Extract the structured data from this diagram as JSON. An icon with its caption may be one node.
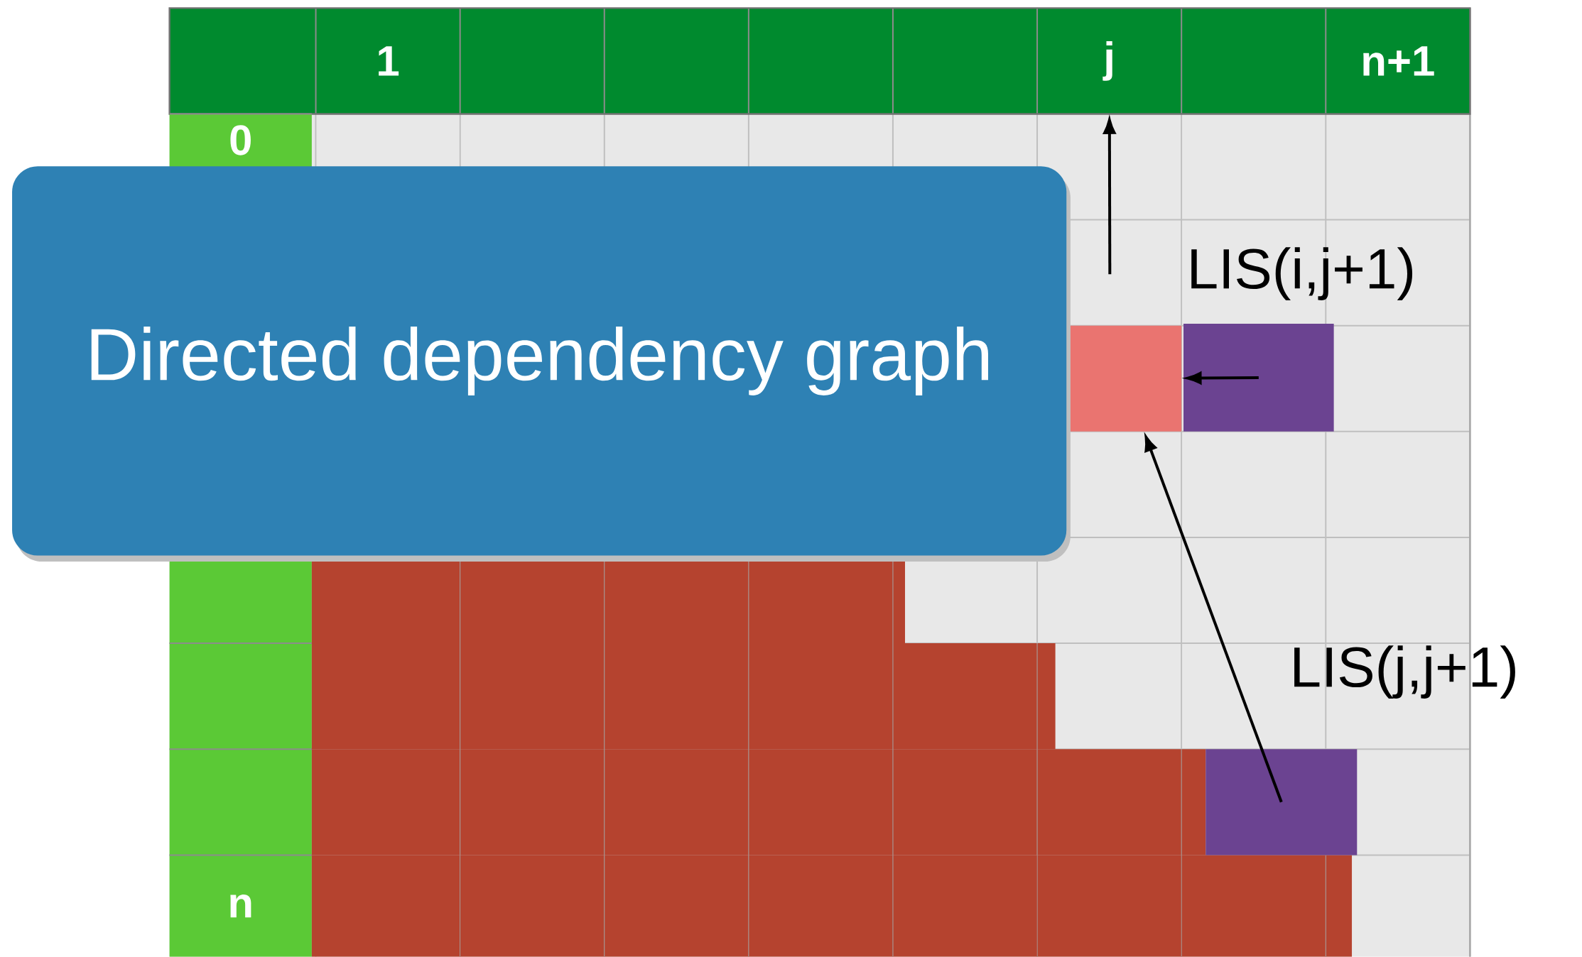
{
  "diagram": {
    "nodes": [
      {
        "text": [
          "Directed dependency graph"
        ]
      },
      {
        "text": [
          "1"
        ]
      },
      {
        "text": [
          "j"
        ]
      },
      {
        "text": [
          "n+1"
        ]
      },
      {
        "text": [
          "0"
        ]
      },
      {
        "text": [
          "n"
        ]
      },
      {
        "text": [],
        "shape": "box"
      },
      {
        "text": [],
        "shape": "box",
        "beside": [
          "LIS(i,j+1)"
        ]
      },
      {
        "text": [],
        "shape": "box",
        "beside": [
          "LIS(j,j+1)"
        ]
      }
    ],
    "edges": [
      {
        "from": 7,
        "to": 6,
        "arrow": "to"
      },
      {
        "from": 8,
        "to": 6,
        "arrow": "to"
      },
      {
        "from": null,
        "to": 2,
        "arrow": "to"
      }
    ]
  }
}
